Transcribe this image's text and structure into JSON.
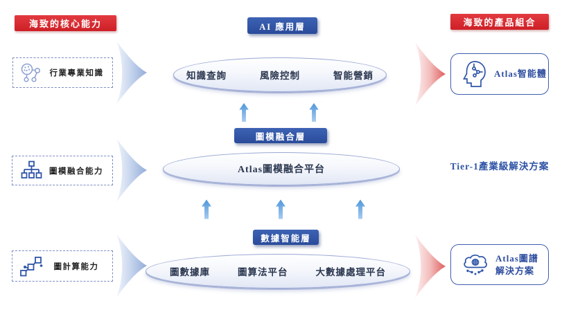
{
  "left_panel": {
    "banner": "海致的核心能力",
    "items": [
      {
        "label": "行業專業知識",
        "icon": "knowledge-graph-icon"
      },
      {
        "label": "圖模融合能力",
        "icon": "org-tree-icon"
      },
      {
        "label": "圖計算能力",
        "icon": "graph-network-icon"
      }
    ]
  },
  "center": {
    "ai_layer": {
      "banner": "AI 應用層",
      "items": [
        "知識查詢",
        "風險控制",
        "智能營銷"
      ]
    },
    "fusion_layer": {
      "banner": "圖模融合層",
      "platform": "Atlas圖模融合平台"
    },
    "data_layer": {
      "banner": "數據智能層",
      "items": [
        "圖數據庫",
        "圖算法平台",
        "大數據處理平台"
      ]
    }
  },
  "right_panel": {
    "banner": "海致的產品組合",
    "products": [
      {
        "label": "Atlas智能體",
        "icon": "ai-head-icon"
      },
      {
        "label": "Tier-1產業級解決方案"
      },
      {
        "label_line1": "Atlas圖譜",
        "label_line2": "解決方案",
        "icon": "graph-cloud-icon"
      }
    ]
  },
  "colors": {
    "banner_red": "#ce1f26",
    "banner_blue": "#2a4b9a",
    "icon_blue": "#2f55a8",
    "icon_light_blue": "#8fa2d2",
    "flow_arrow_blue": "#93acd9",
    "flow_arrow_red": "#e05c5c",
    "up_arrow_blue": "#4f97dc",
    "ellipse_border": "#9aa8d4"
  }
}
